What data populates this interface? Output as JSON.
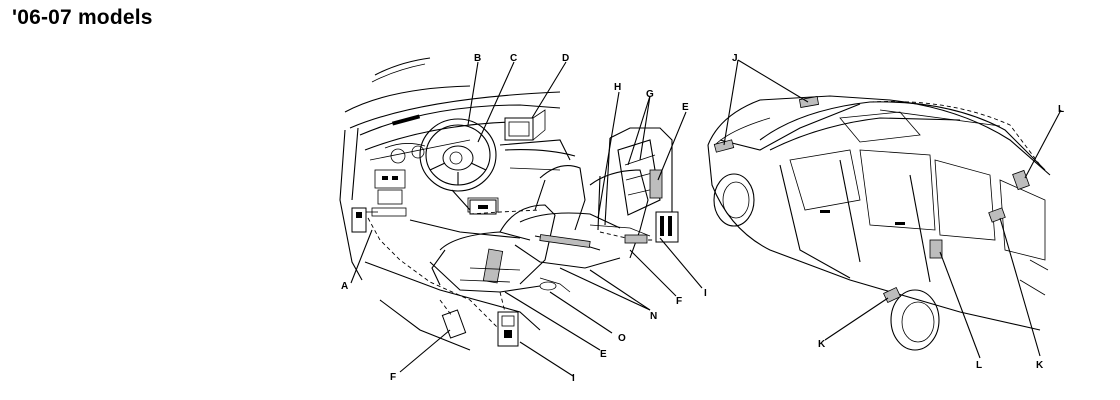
{
  "title": "'06-07 models",
  "callouts": {
    "A": "A",
    "B": "B",
    "C": "C",
    "D": "D",
    "E1": "E",
    "E2": "E",
    "F1": "F",
    "F2": "F",
    "G": "G",
    "H": "H",
    "I1": "I",
    "I2": "I",
    "J": "J",
    "K1": "K",
    "K2": "K",
    "L1": "L",
    "L2": "L",
    "N": "N",
    "O": "O"
  }
}
